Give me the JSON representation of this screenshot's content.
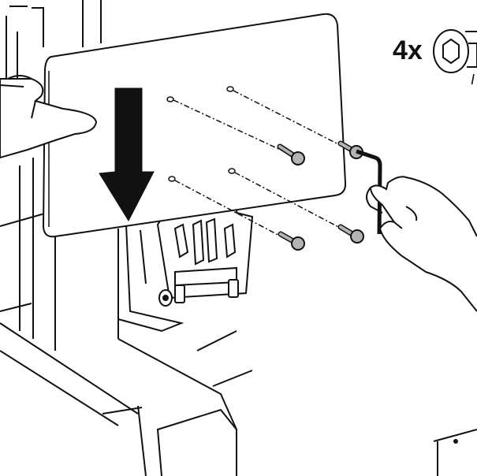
{
  "callout": {
    "quantity_label": "4x",
    "partial_label": "I",
    "item_icon": "hex-socket-bolt-head-icon"
  },
  "diagram": {
    "step_action": "slide-down-arrow-icon",
    "parts": [
      "monitor-panel",
      "vesa-mount-bracket",
      "hex-bolt",
      "hex-key",
      "stand-column",
      "stand-base"
    ],
    "bolt_count": 4
  },
  "colors": {
    "line": "#111111",
    "screw_fill": "#b3b3b3",
    "arrow_fill": "#111111",
    "background": "#ffffff"
  }
}
